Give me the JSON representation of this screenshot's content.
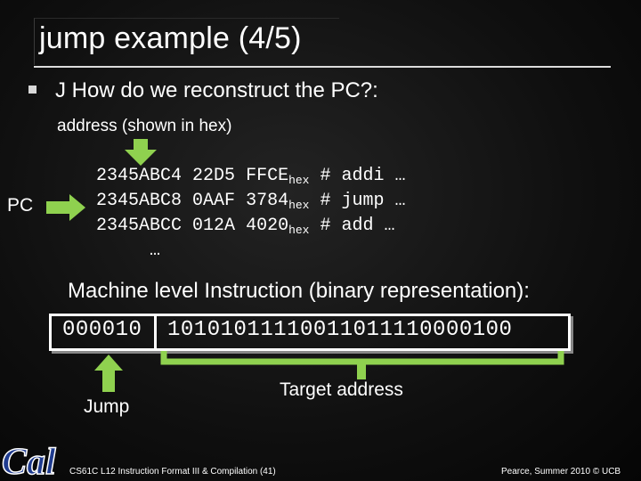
{
  "slide": {
    "title": "jump example (4/5)",
    "bullet": "J How do we reconstruct the PC?:",
    "sublabel": "address (shown in hex)",
    "pc_label": "PC",
    "code_lines": [
      {
        "addr": "2345ABC4",
        "w1": "22D5",
        "w2": "FFCE",
        "suffix": "hex",
        "comment": "# addi …"
      },
      {
        "addr": "2345ABC8",
        "w1": "0AAF",
        "w2": "3784",
        "suffix": "hex",
        "comment": "# jump …"
      },
      {
        "addr": "2345ABCC",
        "w1": "012A",
        "w2": "4020",
        "suffix": "hex",
        "comment": "# add …"
      }
    ],
    "ellipsis": "…",
    "machine_label": "Machine level Instruction (binary representation):",
    "opcode_bits": "000010",
    "target_bits": "10101011110011011110000100",
    "target_label": "Target address",
    "jump_label": "Jump",
    "footer_left": "CS61C L12 Instruction Format III & Compilation (41)",
    "footer_right": "Pearce, Summer 2010 © UCB",
    "logo_text": "Cal"
  },
  "colors": {
    "background": "#111111",
    "arrow_green": "#8fd14f",
    "text": "#ffffff"
  }
}
